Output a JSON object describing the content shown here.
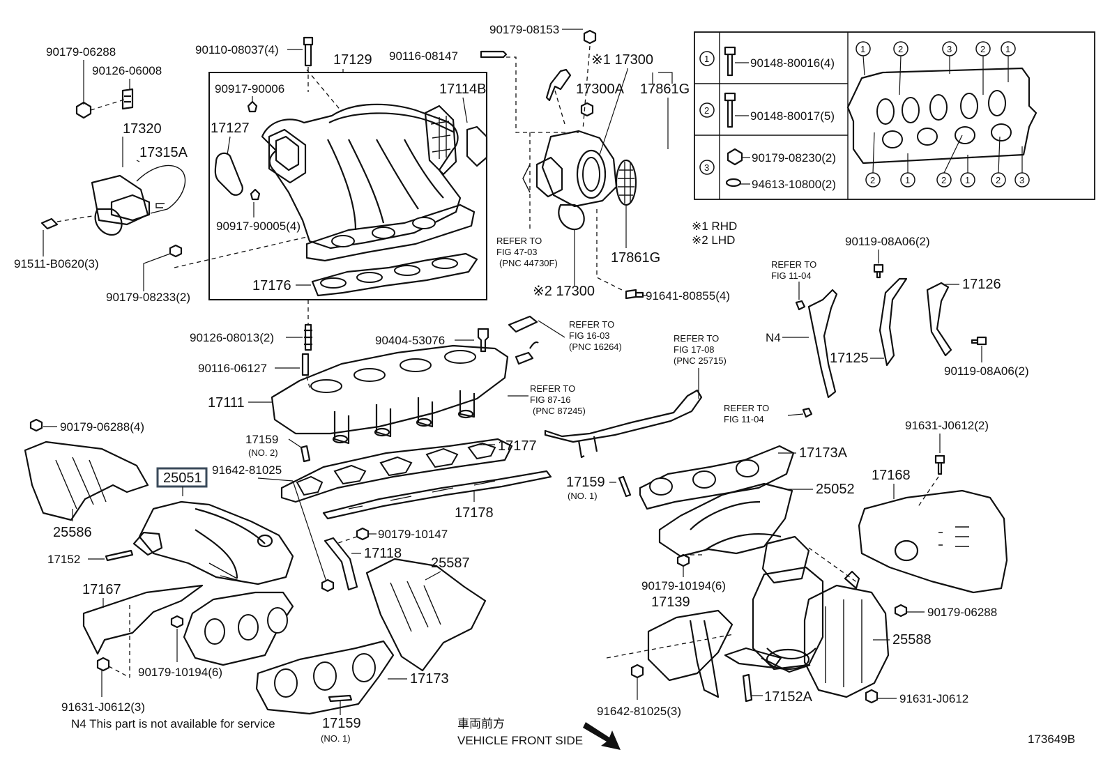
{
  "part_numbers": {
    "p01": "90179-06288",
    "p02": "90126-06008",
    "p03": "17320",
    "p04": "17315A",
    "p05": "91511-B0620(3)",
    "p06": "90179-08233(2)",
    "p07": "90110-08037(4)",
    "p08": "17129",
    "p09": "90116-08147",
    "p10": "90917-90006",
    "p11": "17127",
    "p12": "17114B",
    "p13": "90917-90005(4)",
    "p14": "17176",
    "p15": "90179-08153",
    "p16": "※1 17300",
    "p17": "17300A",
    "p18": "17861G",
    "p19": "17861G",
    "p20": "※2 17300",
    "p21": "91641-80855(4)",
    "p22": "90126-08013(2)",
    "p23": "90404-53076",
    "p24": "90116-06127",
    "p25": "17111",
    "p26": "90179-06288(4)",
    "p27": "17159",
    "p28": "(NO. 2)",
    "p29": "17177",
    "p30": "91642-81025",
    "p31": "25051",
    "p32": "17178",
    "p33": "25586",
    "p34": "90179-10147",
    "p35": "17152",
    "p36": "17118",
    "p37": "25587",
    "p38": "17167",
    "p39": "90179-10194(6)",
    "p40": "17173",
    "p41": "91631-J0612(3)",
    "p42": "17159",
    "p43": "(NO. 1)",
    "p44": "17159",
    "p45": "(NO. 1)",
    "p46": "17173A",
    "p47": "25052",
    "p48": "90179-10194(6)",
    "p49": "17139",
    "p50": "91642-81025(3)",
    "p51": "17152A",
    "p52": "17168",
    "p53": "91631-J0612(2)",
    "p54": "90179-06288",
    "p55": "25588",
    "p56": "91631-J0612",
    "p57": "90119-08A06(2)",
    "p58": "17126",
    "p59": "17125",
    "p60": "90119-08A06(2)",
    "p61": "N4"
  },
  "references": {
    "r1": [
      "REFER TO",
      "FIG 47-03",
      "(PNC 44730F)"
    ],
    "r2": [
      "REFER TO",
      "FIG 16-03",
      "(PNC 16264)"
    ],
    "r3": [
      "REFER TO",
      "FIG 87-16",
      "(PNC 87245)"
    ],
    "r4": [
      "REFER TO",
      "FIG 17-08",
      "(PNC 25715)"
    ],
    "r5": [
      "REFER TO",
      "FIG 11-04"
    ],
    "r6": [
      "REFER TO",
      "FIG 11-04"
    ]
  },
  "notes": {
    "rhd": "※1 RHD",
    "lhd": "※2 LHD",
    "n4_note": "N4  This part is not available for service",
    "front_jp": "車両前方",
    "front_en": "VEHICLE FRONT SIDE",
    "figure_id": "173649B"
  },
  "legend_table": {
    "rows": [
      {
        "marker": "1",
        "part": "90148-80016(4)"
      },
      {
        "marker": "2",
        "part": "90148-80017(5)"
      },
      {
        "marker": "3",
        "part_a": "90179-08230(2)",
        "part_b": "94613-10800(2)"
      }
    ],
    "gasket_top_markers": [
      "1",
      "2",
      "3",
      "2",
      "1"
    ],
    "gasket_bottom_markers": [
      "2",
      "1",
      "2",
      "1",
      "2",
      "3"
    ]
  },
  "highlight_color": "#3a4a5a"
}
